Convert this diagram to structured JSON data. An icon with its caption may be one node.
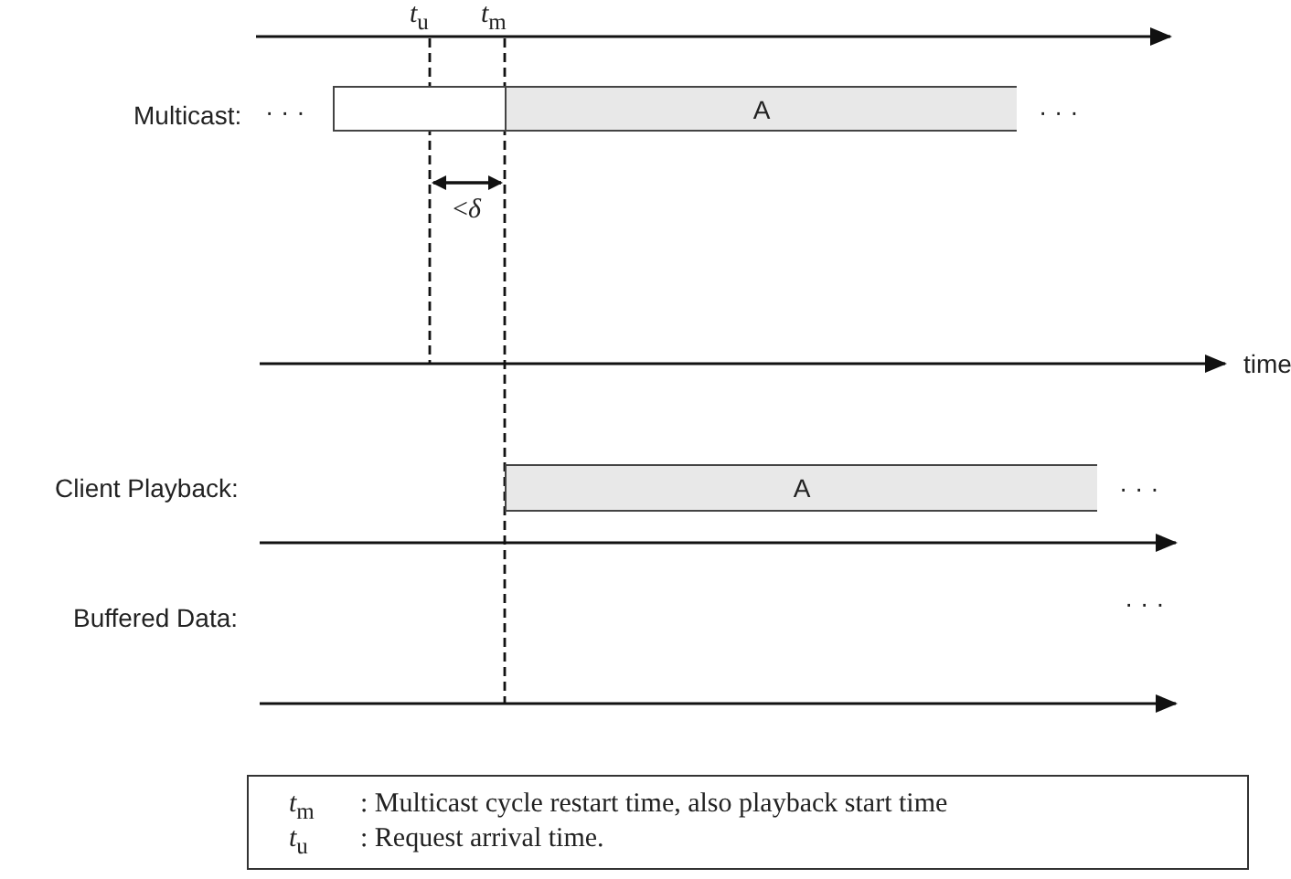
{
  "diagram": {
    "nodes": [
      {
        "text": [],
        "shape": "bar"
      },
      {
        "text": [
          "A"
        ]
      },
      {
        "text": [
          "A"
        ]
      }
    ],
    "labels": [
      "*t*$_{u}$",
      "*t*$_{m}$",
      "Multicast:",
      "· · ·",
      "· · ·",
      "<*δ*",
      "time",
      "Client Playback:",
      "· · ·",
      "Buffered Data:",
      "· · ·",
      "*t*$_{m}$",
      ": Multicast cycle restart time, also playback start time",
      "*t*$_{u}$",
      ": Request arrival time."
    ]
  }
}
